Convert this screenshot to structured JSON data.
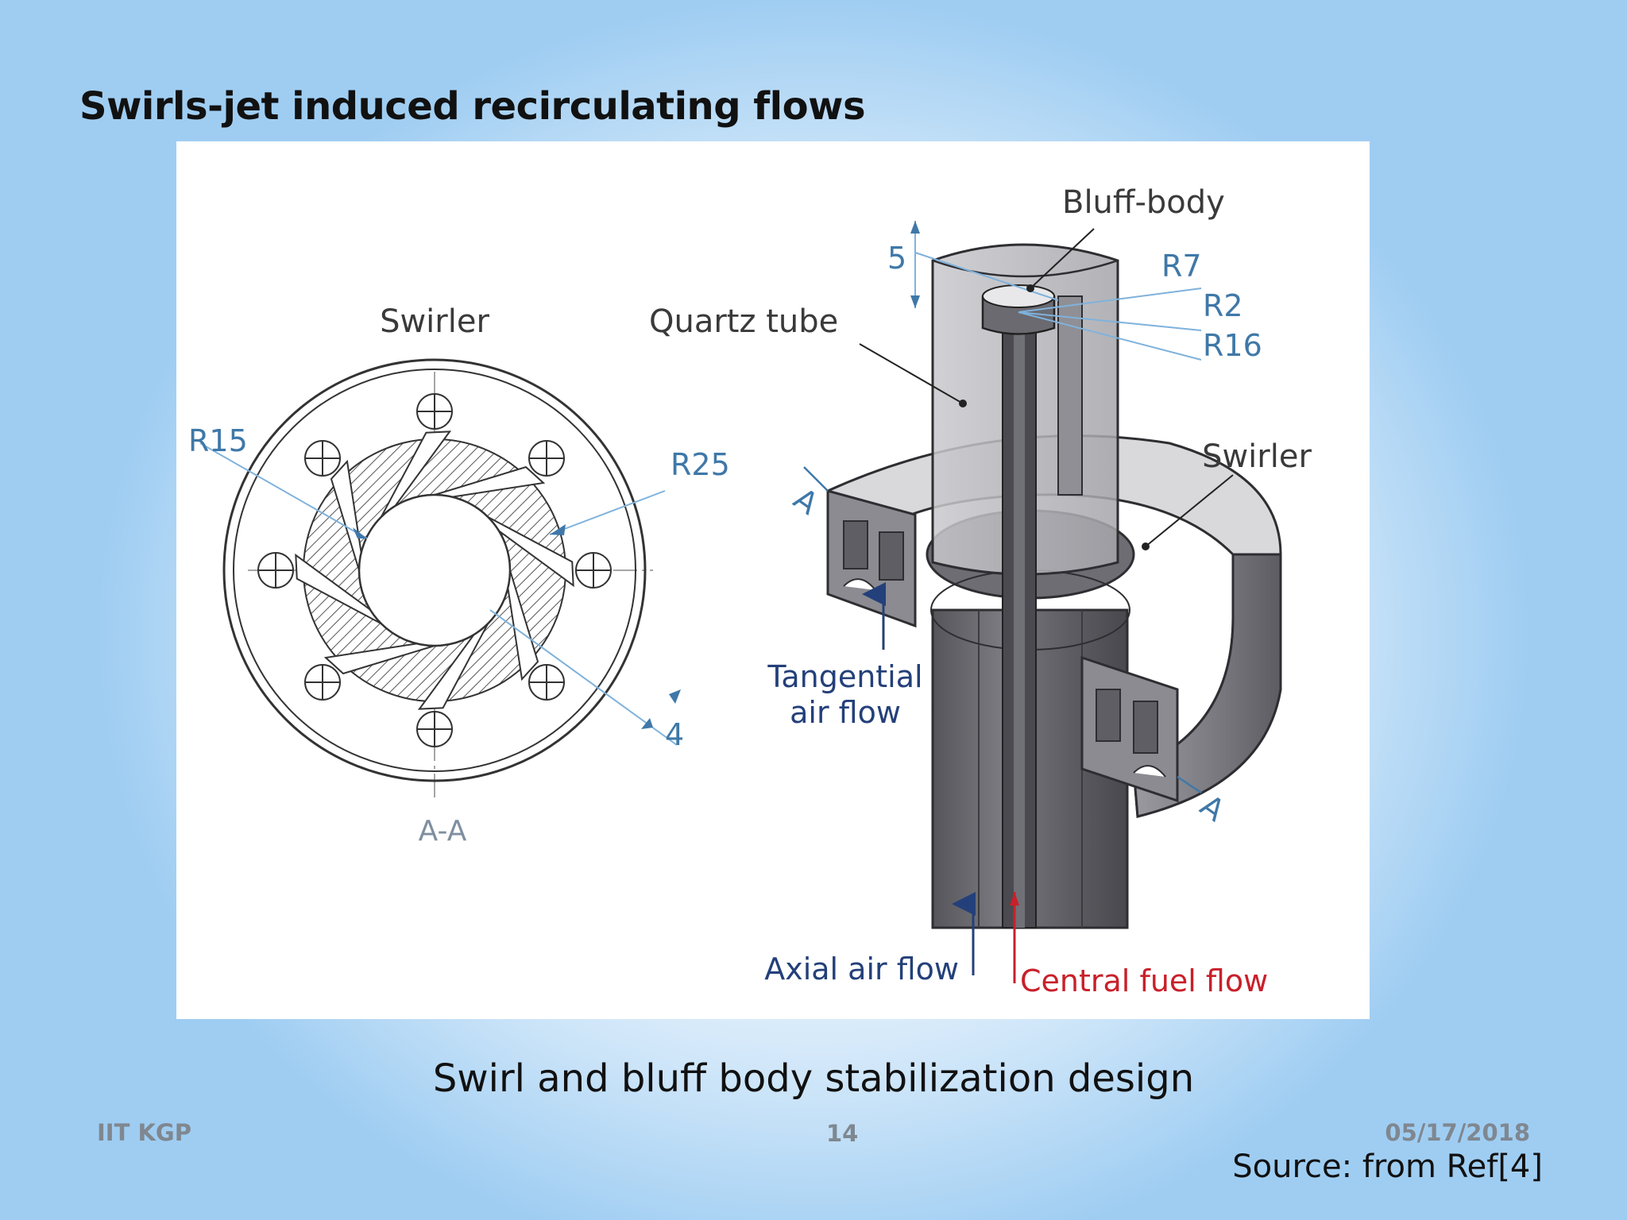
{
  "slide": {
    "title": "Swirls-jet induced recirculating flows",
    "caption": "Swirl and bluff body stabilization design",
    "footer_left": "IIT KGP",
    "page_number": "14",
    "date": "05/17/2018",
    "source": "Source: from Ref[4]"
  },
  "diagram": {
    "section_view": {
      "title": "Swirler",
      "radius_inner": "R15",
      "radius_outer": "R25",
      "vane_gap": "4",
      "section_label": "A-A"
    },
    "assembly_view": {
      "bluff_body": "Bluff-body",
      "quartz_tube": "Quartz tube",
      "swirler": "Swirler",
      "offset": "5",
      "r7": "R7",
      "r2": "R2",
      "r16": "R16",
      "section_marker": "A",
      "tangential_line1": "Tangential",
      "tangential_line2": "air flow",
      "axial_air": "Axial air flow",
      "central_fuel": "Central fuel flow"
    },
    "colors": {
      "dimension_blue": "#3f78a8",
      "flow_navy": "#24407a",
      "fuel_red": "#c8202a"
    }
  }
}
